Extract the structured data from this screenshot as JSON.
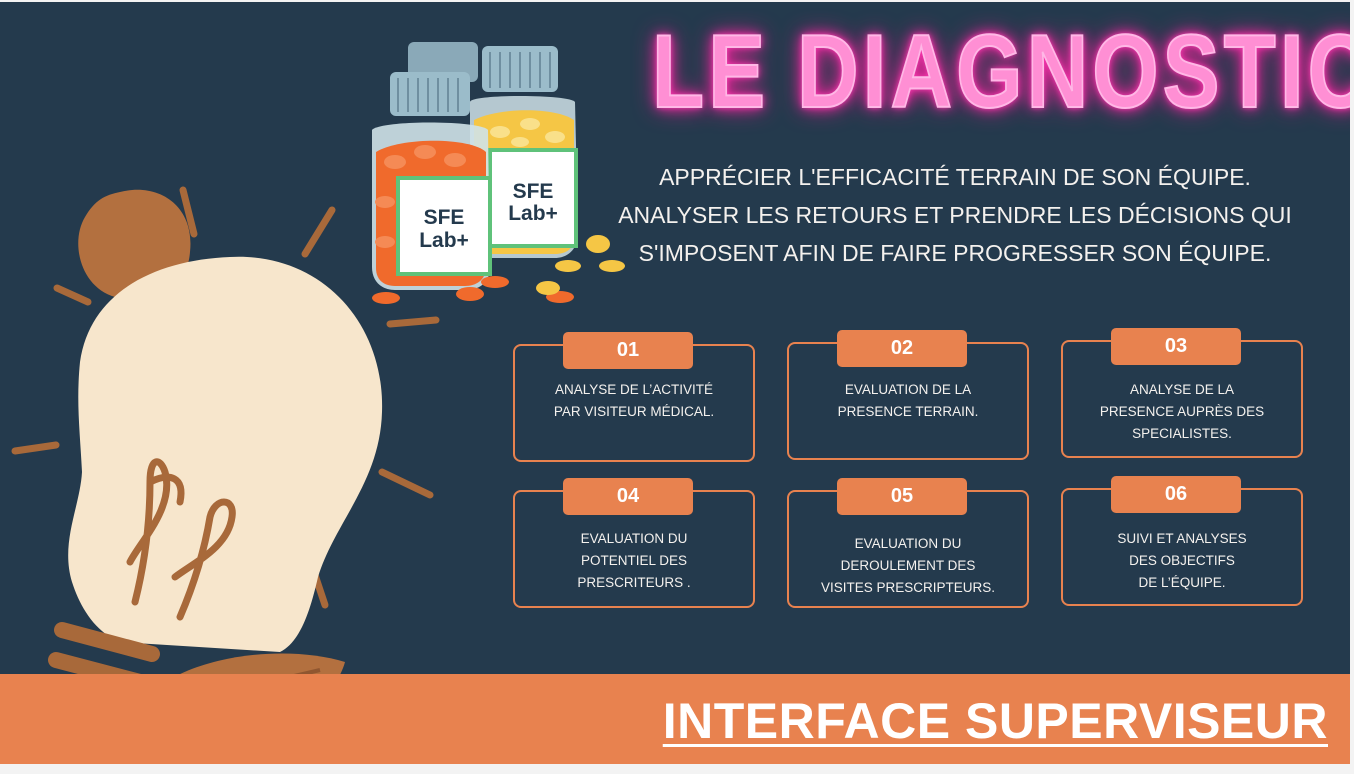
{
  "title": "LE DIAGNOSTIC",
  "subtitle_lines": [
    "APPRÉCIER L'EFFICACITÉ TERRAIN DE SON ÉQUIPE.",
    "ANALYSER LES RETOURS ET PRENDRE LES DÉCISIONS QUI",
    "S'IMPOSENT AFIN DE FAIRE PROGRESSER SON ÉQUIPE."
  ],
  "bottle_label": {
    "line1": "SFE",
    "line2": "Lab+"
  },
  "cards": [
    {
      "number": "01",
      "lines": [
        "ANALYSE DE L’ACTIVITÉ",
        "PAR VISITEUR MÉDICAL."
      ]
    },
    {
      "number": "02",
      "lines": [
        "EVALUATION DE LA",
        "PRESENCE TERRAIN."
      ]
    },
    {
      "number": "03",
      "lines": [
        "ANALYSE DE LA",
        "PRESENCE AUPRÈS DES",
        "SPECIALISTES."
      ]
    },
    {
      "number": "04",
      "lines": [
        "EVALUATION DU",
        "POTENTIEL DES",
        "PRESCRITEURS ."
      ]
    },
    {
      "number": "05",
      "lines": [
        "EVALUATION DU",
        "DEROULEMENT  DES",
        "VISITES PRESCRIPTEURS."
      ]
    },
    {
      "number": "06",
      "lines": [
        "SUIVI ET ANALYSES",
        "DES OBJECTIFS",
        "DE L’ÉQUIPE."
      ]
    }
  ],
  "footer_title": "INTERFACE SUPERVISEUR",
  "colors": {
    "background": "#243a4d",
    "accent": "#e8824f",
    "neon_pink": "#ff8fd4",
    "bulb": "#f7e6cc",
    "brown": "#a8693a"
  },
  "icons": [
    "light-bulb-illustration",
    "pill-bottles-illustration"
  ]
}
